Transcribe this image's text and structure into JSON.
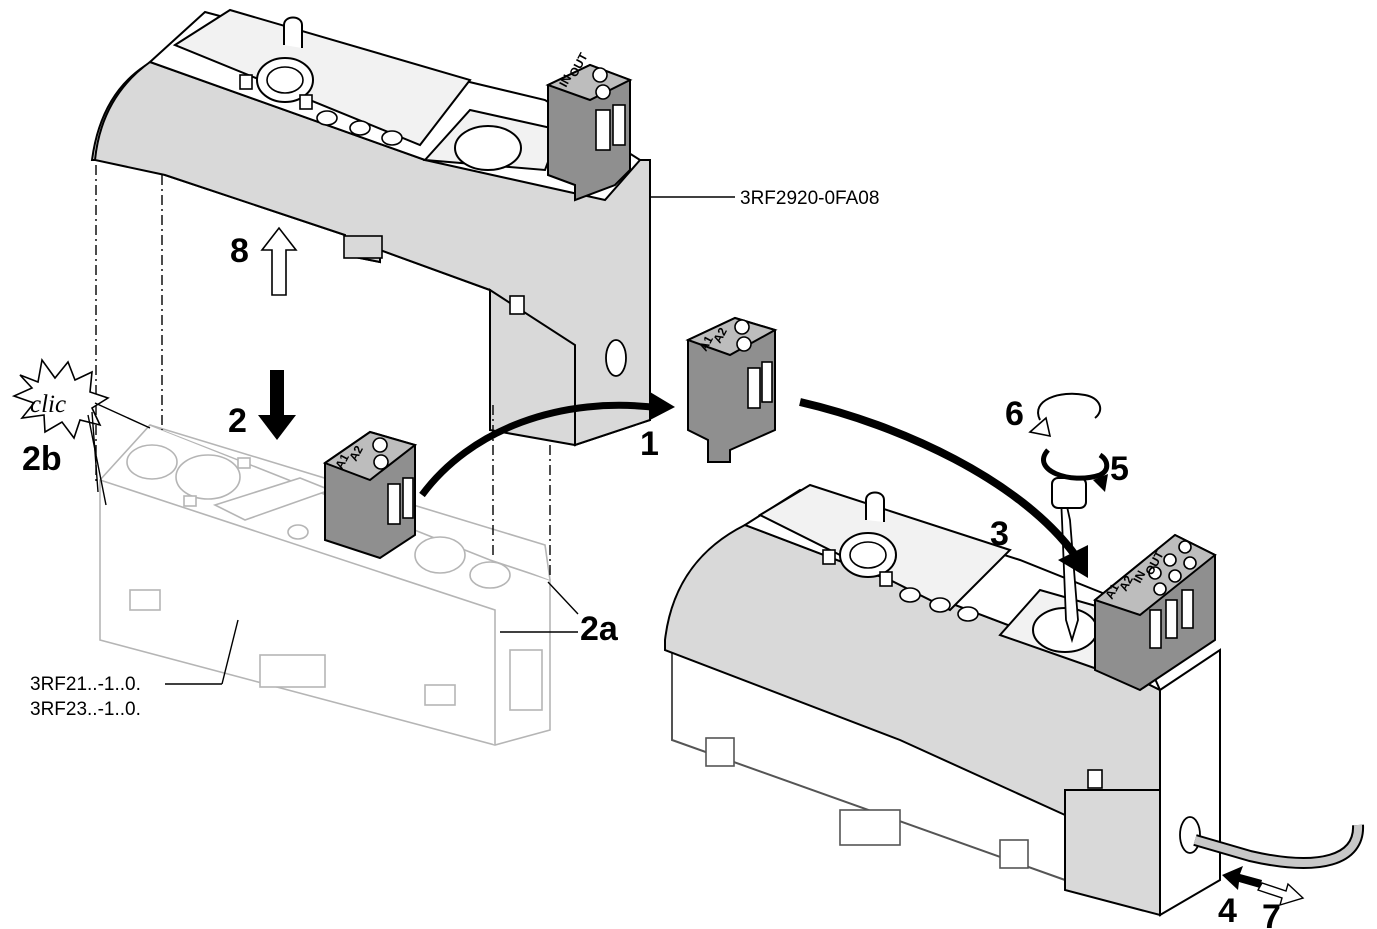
{
  "parts": {
    "upper_module": "3RF2920-0FA08",
    "relay_line1": "3RF21..-1..0.",
    "relay_line2": "3RF23..-1..0."
  },
  "steps": {
    "s1": "1",
    "s2": "2",
    "s2a": "2a",
    "s2b": "2b",
    "s3": "3",
    "s4": "4",
    "s5": "5",
    "s6": "6",
    "s7": "7",
    "s8": "8"
  },
  "clic_label": "clic",
  "terminals": {
    "a1": "A1",
    "a2": "A2",
    "in": "IN",
    "out": "OUT"
  }
}
